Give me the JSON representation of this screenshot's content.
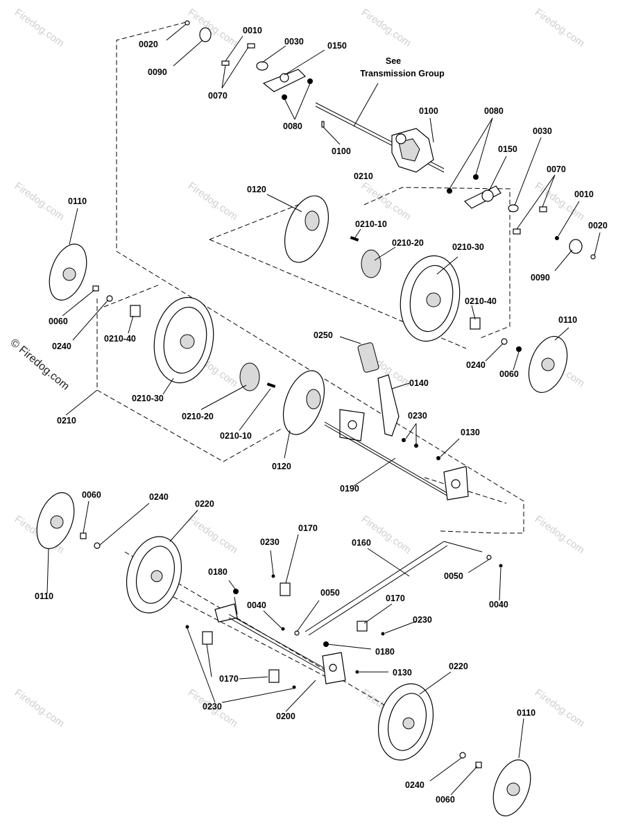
{
  "watermark": {
    "text": "Firedog.com",
    "side_text": "© Firedog.com"
  },
  "note": {
    "line1": "See",
    "line2": "Transmission Group"
  },
  "labels": {
    "l_0020a": "0020",
    "l_0010a": "0010",
    "l_0030a": "0030",
    "l_0150a": "0150",
    "l_0090a": "0090",
    "l_0070a": "0070",
    "l_0080a": "0080",
    "l_0100a": "0100",
    "l_0100b": "0100",
    "l_0080b": "0080",
    "l_0030b": "0030",
    "l_0150b": "0150",
    "l_0070b": "0070",
    "l_0010b": "0010",
    "l_0020b": "0020",
    "l_0090b": "0090",
    "l_0210a": "0210",
    "l_0120a": "0120",
    "l_0210_10a": "0210-10",
    "l_0210_20a": "0210-20",
    "l_0210_30a": "0210-30",
    "l_0210_40a": "0210-40",
    "l_0110a": "0110",
    "l_0110b": "0110",
    "l_0060a": "0060",
    "l_0240a": "0240",
    "l_0210_40b": "0210-40",
    "l_0250": "0250",
    "l_0140": "0140",
    "l_0240b": "0240",
    "l_0060b": "0060",
    "l_0210_30b": "0210-30",
    "l_0210_20b": "0210-20",
    "l_0210_10b": "0210-10",
    "l_0210b": "0210",
    "l_0120b": "0120",
    "l_0230a": "0230",
    "l_0130a": "0130",
    "l_0190": "0190",
    "l_0060c": "0060",
    "l_0240c": "0240",
    "l_0220a": "0220",
    "l_0110c": "0110",
    "l_0230b": "0230",
    "l_0170a": "0170",
    "l_0160": "0160",
    "l_0180a": "0180",
    "l_0050a": "0050",
    "l_0050b": "0050",
    "l_0040a": "0040",
    "l_0040b": "0040",
    "l_0170b": "0170",
    "l_0230c": "0230",
    "l_0180b": "0180",
    "l_0130b": "0130",
    "l_0170c": "0170",
    "l_0230d": "0230",
    "l_0200": "0200",
    "l_0220b": "0220",
    "l_0110d": "0110",
    "l_0240d": "0240",
    "l_0060d": "0060"
  },
  "colors": {
    "line": "#000000",
    "background": "#ffffff",
    "watermark": "#cfcfcf"
  }
}
